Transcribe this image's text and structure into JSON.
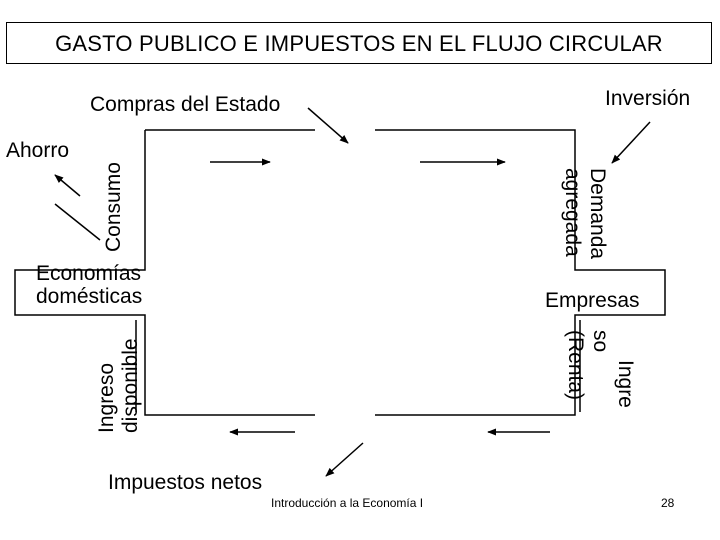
{
  "title": "GASTO PUBLICO E IMPUESTOS EN EL FLUJO CIRCULAR",
  "labels": {
    "compras": "Compras del Estado",
    "inversion": "Inversión",
    "ahorro": "Ahorro",
    "consumo": "Consumo",
    "demanda_line1": "Demanda",
    "demanda_line2": "agregada",
    "economias_line1": "Economías",
    "economias_line2": "domésticas",
    "empresas": "Empresas",
    "ingreso_disp_line1": "Ingreso",
    "ingreso_disp_line2": "disponible",
    "ingreso_renta_line1": "Ingre",
    "ingreso_renta_line2": "so",
    "ingreso_renta_line3": "(Renta)",
    "impuestos": "Impuestos netos"
  },
  "footer": {
    "course": "Introducción a la Economía I",
    "page": "28"
  }
}
